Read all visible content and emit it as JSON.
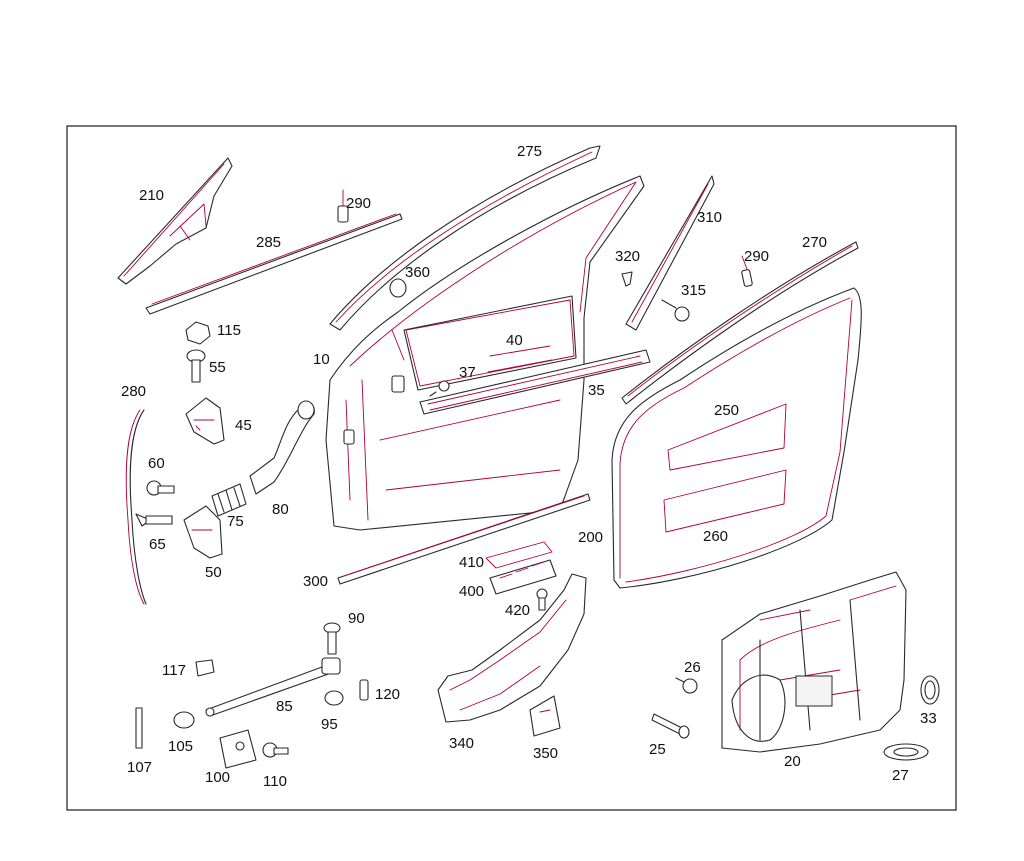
{
  "colors": {
    "outline": "#2a2a2a",
    "accent": "#b0003a",
    "background": "#ffffff"
  },
  "callouts": [
    "10",
    "20",
    "25",
    "26",
    "27",
    "33",
    "35",
    "37",
    "40",
    "45",
    "50",
    "55",
    "60",
    "65",
    "75",
    "80",
    "85",
    "90",
    "95",
    "100",
    "105",
    "107",
    "110",
    "115",
    "117",
    "120",
    "200",
    "210",
    "250",
    "260",
    "270",
    "275",
    "280",
    "285",
    "290",
    "300",
    "310",
    "315",
    "320",
    "340",
    "350",
    "360",
    "400",
    "410",
    "420"
  ]
}
